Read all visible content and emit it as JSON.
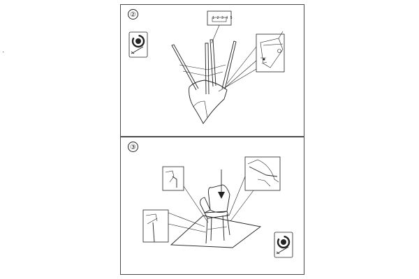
{
  "steps": [
    {
      "number": "②",
      "part_tag": "1 2 3 4 5"
    },
    {
      "number": "③"
    }
  ],
  "icons": {
    "wrench_box": "wrench-80pct-torque-icon",
    "color": "#222222"
  }
}
